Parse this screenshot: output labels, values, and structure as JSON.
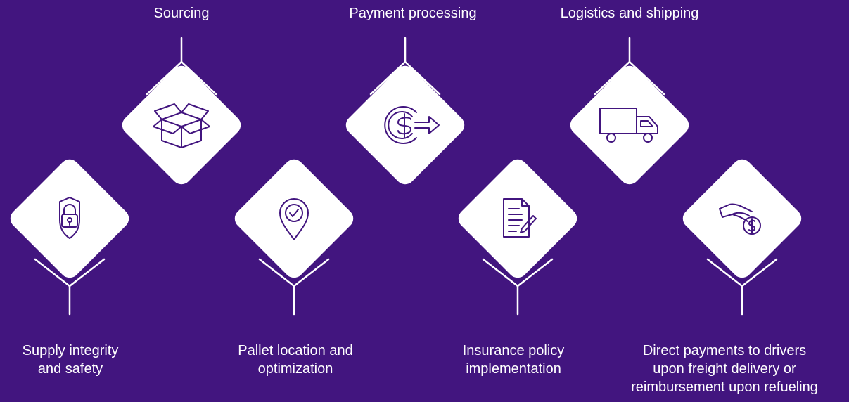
{
  "colors": {
    "background": "#42157f",
    "tile": "#ffffff",
    "connector": "#ffffff",
    "icon_stroke": "#42157f"
  },
  "steps": [
    {
      "label": "Supply integrity\nand safety",
      "icon": "lock-shield-icon",
      "position": "bottom"
    },
    {
      "label": "Sourcing",
      "icon": "open-box-icon",
      "position": "top"
    },
    {
      "label": "Pallet location and\noptimization",
      "icon": "location-pin-check-icon",
      "position": "bottom"
    },
    {
      "label": "Payment processing",
      "icon": "dollar-coin-arrow-icon",
      "position": "top"
    },
    {
      "label": "Insurance policy\nimplementation",
      "icon": "document-pen-icon",
      "position": "bottom"
    },
    {
      "label": "Logistics and shipping",
      "icon": "delivery-truck-icon",
      "position": "top"
    },
    {
      "label": "Direct payments to drivers\nupon freight delivery or\nreimbursement upon refueling",
      "icon": "hand-coin-icon",
      "position": "bottom"
    }
  ]
}
